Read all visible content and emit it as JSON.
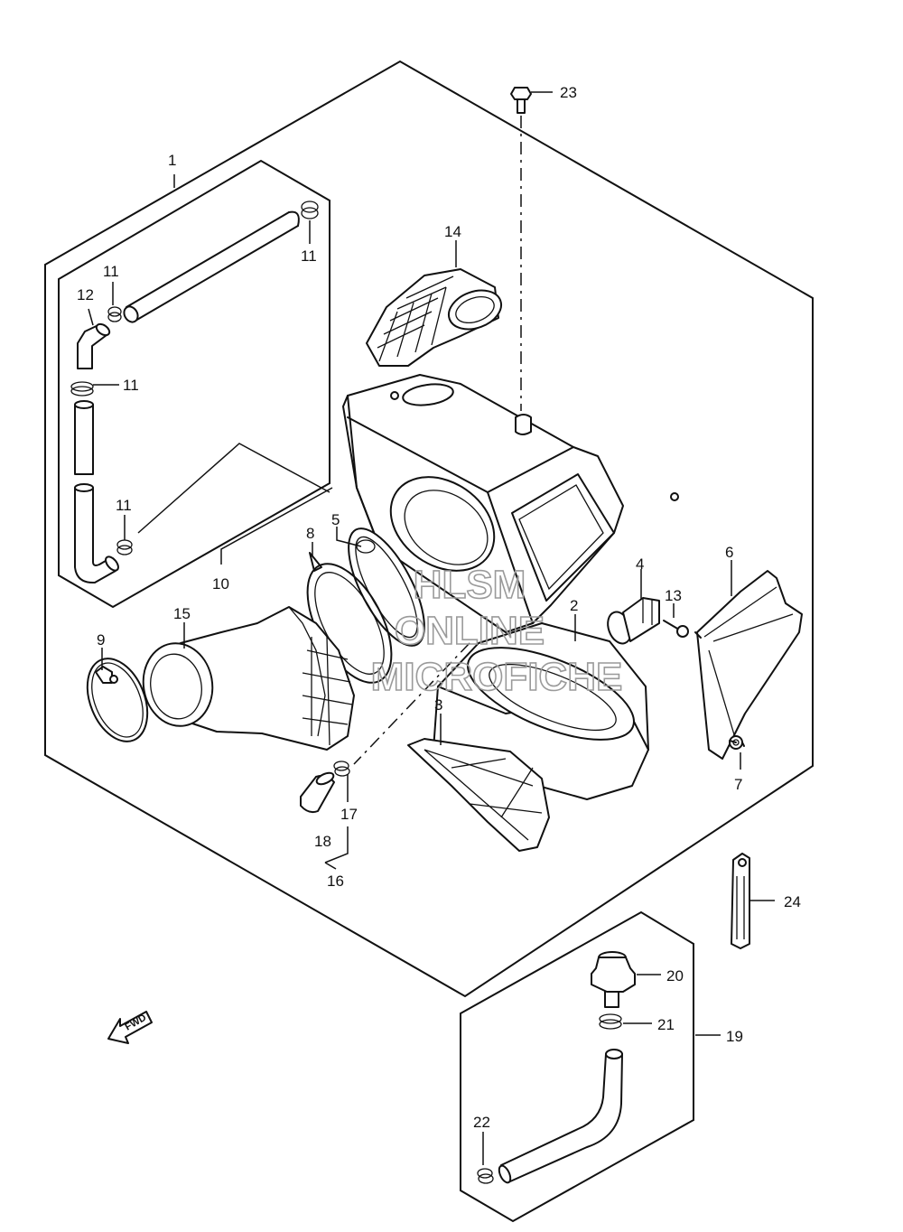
{
  "diagram": {
    "callouts": [
      "1",
      "2",
      "3",
      "4",
      "5",
      "6",
      "7",
      "8",
      "9",
      "10",
      "11",
      "11",
      "11",
      "11",
      "11",
      "12",
      "13",
      "14",
      "15",
      "16",
      "17",
      "18",
      "19",
      "20",
      "21",
      "22",
      "23",
      "24"
    ],
    "watermark": [
      "HLSM",
      "ONLINE",
      "MICROFICHE"
    ],
    "fwd_label": "FWD"
  }
}
